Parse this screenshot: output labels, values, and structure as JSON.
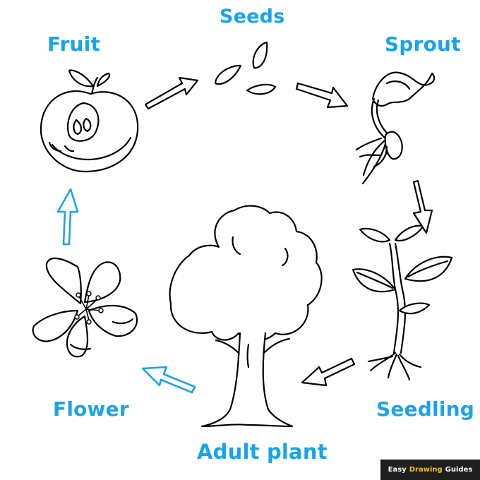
{
  "stages": {
    "seeds": "Seeds",
    "fruit": "Fruit",
    "sprout": "Sprout",
    "seedling": "Seedling",
    "flower": "Flower",
    "adult_plant": "Adult plant"
  },
  "watermark": {
    "part1": "Easy",
    "part2": "Drawing",
    "part3": "Guides"
  },
  "colors": {
    "label": "#1aa3e8",
    "arrow_dark": "#000000",
    "arrow_blue": "#1aa3e8",
    "watermark_bg": "#1f1f1f",
    "watermark_accent": "#f6c000"
  }
}
